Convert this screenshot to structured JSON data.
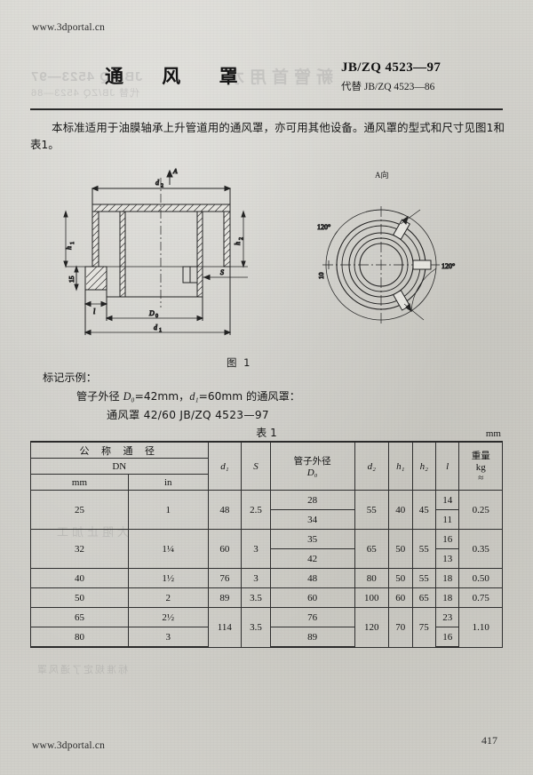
{
  "watermark": {
    "url": "www.3dportal.cn",
    "page_number": "417"
  },
  "header": {
    "title": "通 风 罩",
    "standard_no": "JB/ZQ 4523—97",
    "replaces": "代替 JB/ZQ 4523—86"
  },
  "body": {
    "paragraph": "本标准适用于油膜轴承上升管道用的通风罩，亦可用其他设备。通风罩的型式和尺寸见图1和表1。"
  },
  "figure": {
    "caption": "图 1",
    "view_label": "A向",
    "arrow_label": "A",
    "labels": {
      "d2": "d₂",
      "d1": "d₁",
      "D0": "D₀",
      "h1": "h₁",
      "h2": "h₂",
      "S": "S",
      "l": "l",
      "dim15": "15",
      "dim10": "10",
      "angle1": "120°",
      "angle2": "120°"
    }
  },
  "marking": {
    "heading": "标记示例：",
    "line1_prefix": "管子外径 ",
    "line1_D0": "D₀",
    "line1_mid": "=42mm，",
    "line1_d1": "d₁",
    "line1_suffix": "=60mm 的通风罩：",
    "line2": "通风罩   42/60   JB/ZQ 4523—97"
  },
  "table": {
    "title": "表 1",
    "unit": "mm",
    "headers": {
      "dn_group": "公 称 通 径",
      "dn_sub": "DN",
      "dn_mm": "mm",
      "dn_in": "in",
      "d1": "d₁",
      "S": "S",
      "D0_cn": "管子外径",
      "D0": "D₀",
      "d2": "d₂",
      "h1": "h₁",
      "h2": "h₂",
      "l": "l",
      "weight_cn": "重量",
      "weight_unit": "kg",
      "weight_approx": "≈"
    },
    "rows": [
      {
        "dn_mm": "25",
        "dn_in": "1",
        "d1": "48",
        "S": "2.5",
        "D0": [
          "28",
          "34"
        ],
        "d2": "55",
        "h1": "40",
        "h2": "45",
        "l": [
          "14",
          "11"
        ],
        "weight": "0.25"
      },
      {
        "dn_mm": "32",
        "dn_in": "1¼",
        "d1": "60",
        "S": "3",
        "D0": [
          "35",
          "42"
        ],
        "d2": "65",
        "h1": "50",
        "h2": "55",
        "l": [
          "16",
          "13"
        ],
        "weight": "0.35"
      },
      {
        "dn_mm": "40",
        "dn_in": "1½",
        "d1": "76",
        "S": "3",
        "D0": [
          "48"
        ],
        "d2": "80",
        "h1": "50",
        "h2": "55",
        "l": [
          "18"
        ],
        "weight": "0.50"
      },
      {
        "dn_mm": "50",
        "dn_in": "2",
        "d1": "89",
        "S": "3.5",
        "D0": [
          "60"
        ],
        "d2": "100",
        "h1": "60",
        "h2": "65",
        "l": [
          "18"
        ],
        "weight": "0.75"
      },
      {
        "dn_mm": "65",
        "dn_in": "2½",
        "d1": "114",
        "S": "3.5",
        "D0": [
          "76",
          "89"
        ],
        "d2": "120",
        "h1": "70",
        "h2": "75",
        "l": [
          "23",
          "16"
        ],
        "weight": "1.10"
      },
      {
        "dn_mm": "80",
        "dn_in": "3"
      }
    ]
  },
  "colors": {
    "paper": "#d2d1cb",
    "ink": "#161616",
    "rule": "#2b2b2b"
  }
}
